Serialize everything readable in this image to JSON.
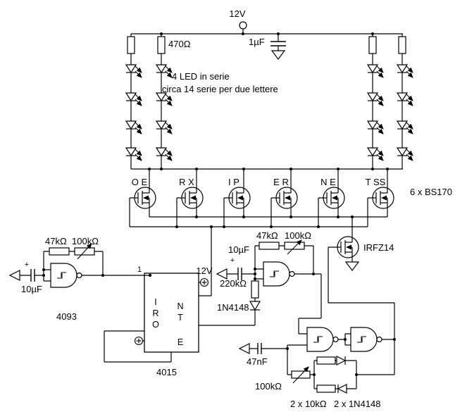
{
  "power": {
    "v12": "12V",
    "r_led": "470Ω",
    "c_filter": "1µF"
  },
  "notes": {
    "line1": "4 LED in serie",
    "line2": "circa 14 serie per due lettere"
  },
  "drivers": {
    "letters": [
      "O E",
      "R X",
      "I P",
      "E R",
      "N E",
      "T SS"
    ],
    "part": "6 x BS170"
  },
  "power_fet": {
    "part": "IRFZ14"
  },
  "osc1": {
    "r1": "47kΩ",
    "r2": "100kΩ",
    "plus": "+",
    "c": "10µF",
    "ic": "4093"
  },
  "shift": {
    "pin1": "1",
    "v12": "12V",
    "cells": [
      "I",
      "R",
      "O",
      "N",
      "T",
      "E"
    ],
    "ic": "4015"
  },
  "osc2": {
    "c": "10µF",
    "plus": "+",
    "r1": "47kΩ",
    "r2": "100kΩ",
    "r3": "220kΩ",
    "d": "1N4148"
  },
  "blink": {
    "c": "47nF",
    "r": "100kΩ",
    "r2": "2 x 10kΩ",
    "d2": "2 x 1N4148"
  }
}
